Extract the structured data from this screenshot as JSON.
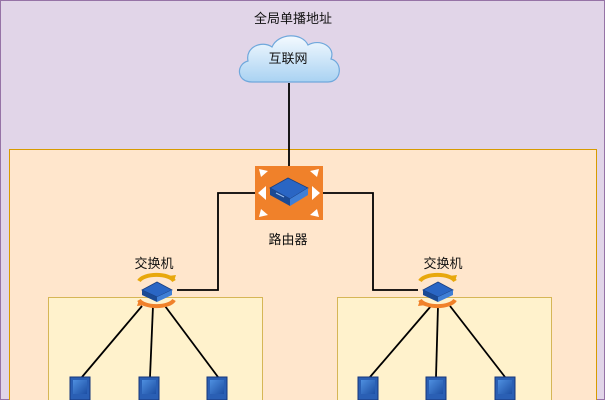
{
  "title": "全局单播地址",
  "nodes": {
    "internet": {
      "label": "互联网",
      "icon": "cloud-icon"
    },
    "router": {
      "label": "路由器",
      "icon": "router-icon"
    },
    "switch_left": {
      "label": "交换机",
      "icon": "switch-icon"
    },
    "switch_right": {
      "label": "交换机",
      "icon": "switch-icon"
    },
    "hosts_left": [
      {
        "icon": "computer-icon"
      },
      {
        "icon": "computer-icon"
      },
      {
        "icon": "computer-icon"
      }
    ],
    "hosts_right": [
      {
        "icon": "computer-icon"
      },
      {
        "icon": "computer-icon"
      },
      {
        "icon": "computer-icon"
      }
    ]
  },
  "colors": {
    "internet_zone": "#e1d5e8",
    "lan_zone": "#ffe6cc",
    "subnet_zone": "#fff2cc",
    "router_orange": "#f0812a",
    "cloud_blue": "#a9d2f2",
    "device_blue": "#3b72c9"
  }
}
